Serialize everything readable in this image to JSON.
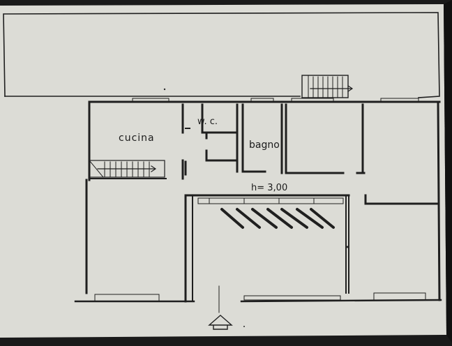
{
  "plan": {
    "rooms": {
      "cucina": "cucina",
      "wc": "w. c.",
      "bagno": "bagno"
    },
    "ceiling_height": "h= 3,00"
  },
  "colors": {
    "paper": "#dcdcd6",
    "ink": "#1f1f1f",
    "frame": "#1a1a1a"
  }
}
